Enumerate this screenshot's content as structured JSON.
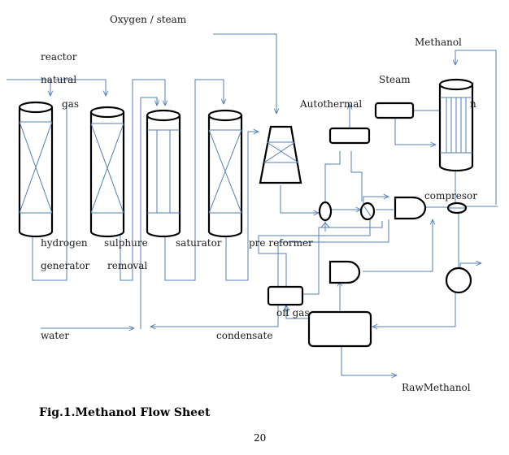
{
  "labels": {
    "oxygen_steam": "Oxygen / steam",
    "methanol": "Methanol",
    "reactor": "reactor",
    "natural": "natural",
    "gas": "gas",
    "steam": "Steam",
    "autothermal": "Autothermal",
    "compresor": "compresor",
    "hydrogen": "hydrogen",
    "sulphure": "sulphure",
    "saturator": "saturator",
    "pre_reformer": "pre reformer",
    "generator": "generator",
    "removal": "removal",
    "off_gas": "off gas",
    "water": "water",
    "condensate": "condensate",
    "raw_methanol": "RawMethanol",
    "n_fragment": "n"
  },
  "caption": "Fig.1.Methanol Flow Sheet",
  "page_number": "20"
}
